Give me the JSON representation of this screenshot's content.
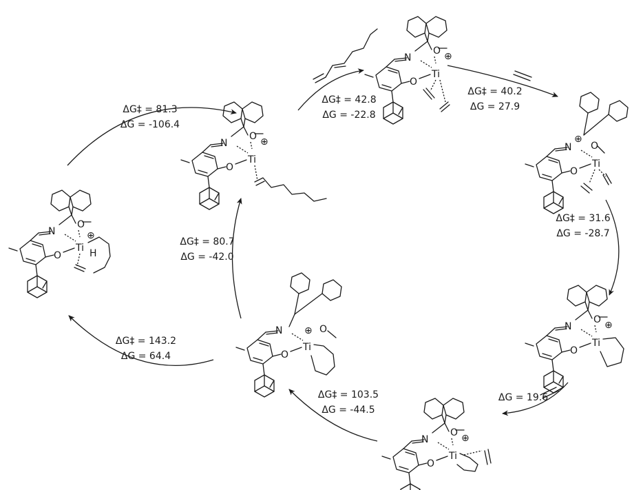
{
  "steps": [
    {
      "dg_ts": "ΔG‡ = 81.3",
      "dg": "ΔG = -106.4"
    },
    {
      "dg_ts": "ΔG‡ = 42.8",
      "dg": "ΔG = -22.8"
    },
    {
      "dg_ts": "ΔG‡ = 40.2",
      "dg": "ΔG = 27.9"
    },
    {
      "dg_ts": "ΔG‡ = 31.6",
      "dg": "ΔG = -28.7"
    },
    {
      "dg": "ΔG = 19.6"
    },
    {
      "dg_ts": "ΔG‡ = 103.5",
      "dg": "ΔG = -44.5"
    },
    {
      "dg_ts": "ΔG‡ = 80.7",
      "dg": "ΔG = -42.0"
    },
    {
      "dg_ts": "ΔG‡ = 143.2",
      "dg": "ΔG = 64.4"
    }
  ],
  "atoms": {
    "N": "N",
    "O": "O",
    "Ti": "Ti",
    "H": "H",
    "charge": "⊕",
    "iminium_charge": "⊕"
  }
}
